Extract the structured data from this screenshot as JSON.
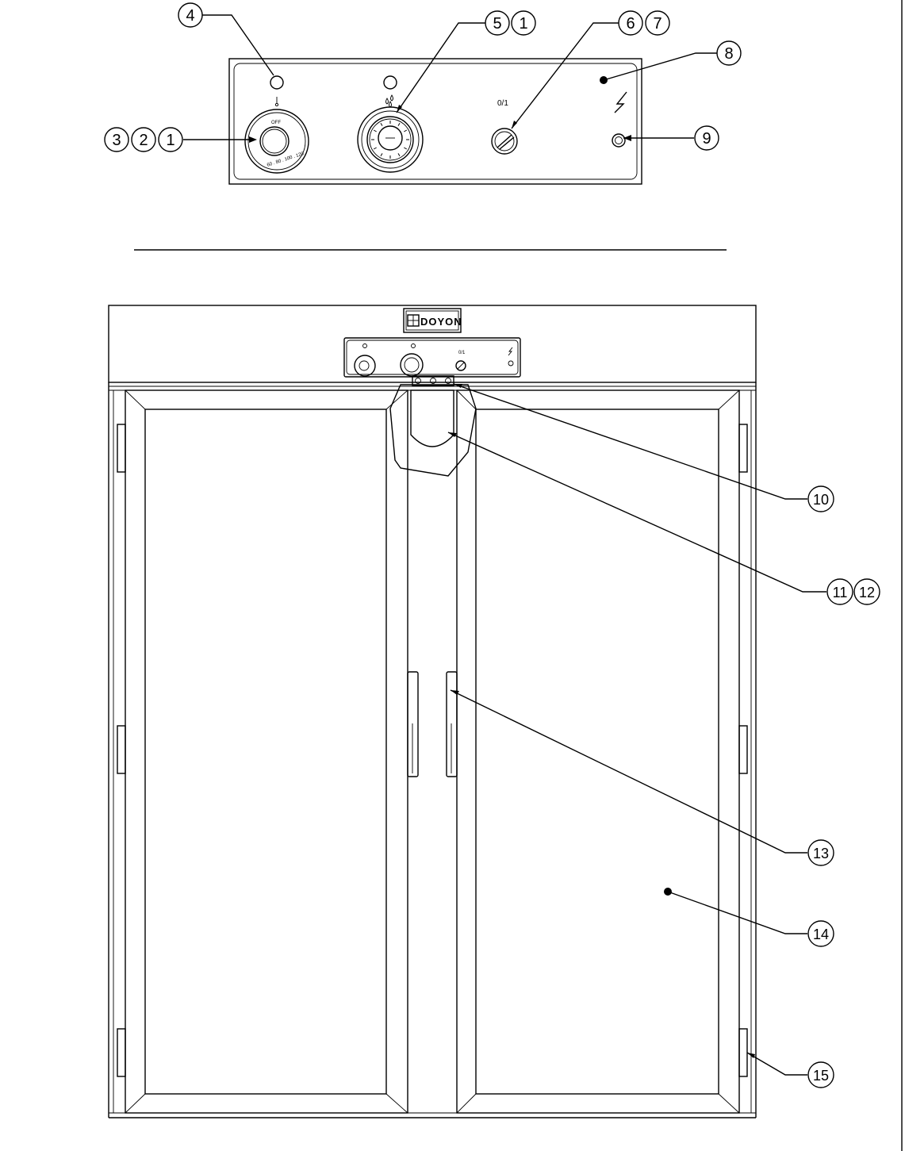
{
  "panel": {
    "dial_left_label": "OFF",
    "dial_left_scale": "60 . 80 . 100 . 120",
    "switch_label": "0/1"
  },
  "cabinet": {
    "brand": "DOYON",
    "mini_switch_label": "0/1"
  },
  "callouts": [
    {
      "id": "c4",
      "numbers": [
        "4"
      ]
    },
    {
      "id": "c51",
      "numbers": [
        "5",
        "1"
      ]
    },
    {
      "id": "c67",
      "numbers": [
        "6",
        "7"
      ]
    },
    {
      "id": "c8",
      "numbers": [
        "8"
      ]
    },
    {
      "id": "c321",
      "numbers": [
        "3",
        "2",
        "1"
      ]
    },
    {
      "id": "c9",
      "numbers": [
        "9"
      ]
    },
    {
      "id": "c10",
      "numbers": [
        "10"
      ]
    },
    {
      "id": "c1112",
      "numbers": [
        "11",
        "12"
      ]
    },
    {
      "id": "c13",
      "numbers": [
        "13"
      ]
    },
    {
      "id": "c14",
      "numbers": [
        "14"
      ]
    },
    {
      "id": "c15",
      "numbers": [
        "15"
      ]
    }
  ]
}
